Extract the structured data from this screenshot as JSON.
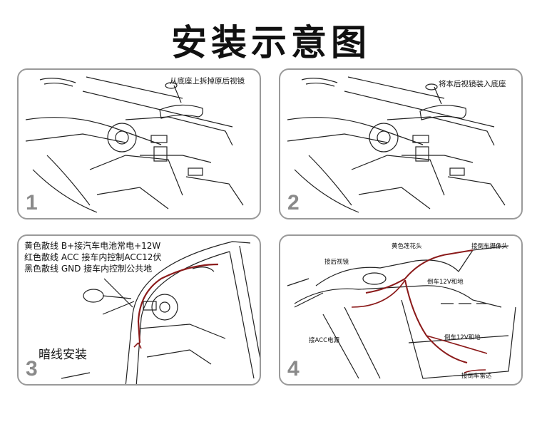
{
  "page_title": "安装示意图",
  "steps": [
    {
      "number": "1",
      "caption": "从底座上拆掉原后视镜"
    },
    {
      "number": "2",
      "caption": "将本后视镜装入底座"
    },
    {
      "number": "3",
      "wiring_notes": [
        "黄色散线  B+接汽车电池常电+12W",
        "红色散线  ACC 接车内控制ACC12伏",
        "黑色散线  GND 接车内控制公共地"
      ],
      "method": "暗线安装"
    },
    {
      "number": "4",
      "callouts": [
        "黄色莲花头",
        "接倒车摄像头",
        "接后视镜",
        "倒车12V和地",
        "倒车12V和地",
        "接ACC电源",
        "接倒车雷达"
      ]
    }
  ],
  "colors": {
    "wire": "#8b1a1a",
    "panel_border": "#9a9a9a",
    "number": "#8a8a8a"
  }
}
